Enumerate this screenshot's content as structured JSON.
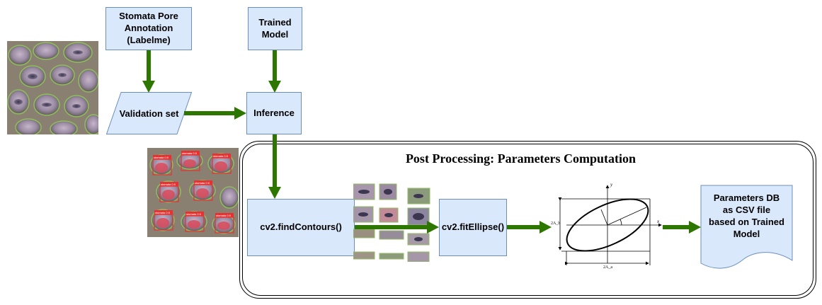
{
  "boxes": {
    "annotation": "Stomata Pore\nAnnotation\n(Labelme)",
    "trained_model": "Trained\nModel",
    "validation_set": "Validation set",
    "inference": "Inference",
    "find_contours": "cv2.findContours()",
    "fit_ellipse": "cv2.fitEllipse()",
    "parameters_db": "Parameters DB\nas CSV file\nbased on Trained\nModel"
  },
  "post_processing": {
    "title": "Post Processing: Parameters Computation"
  },
  "ellipse_figure": {
    "y_axis": "y",
    "x_axis": "x",
    "left_dim": "2A_b",
    "bottom_dim": "2A_a"
  },
  "detection_label": "stomata 0.9",
  "colors": {
    "box_fill": "#dae8fc",
    "box_stroke": "#6c8ebf",
    "arrow": "#2d7600",
    "detection_box": "#e83030"
  }
}
